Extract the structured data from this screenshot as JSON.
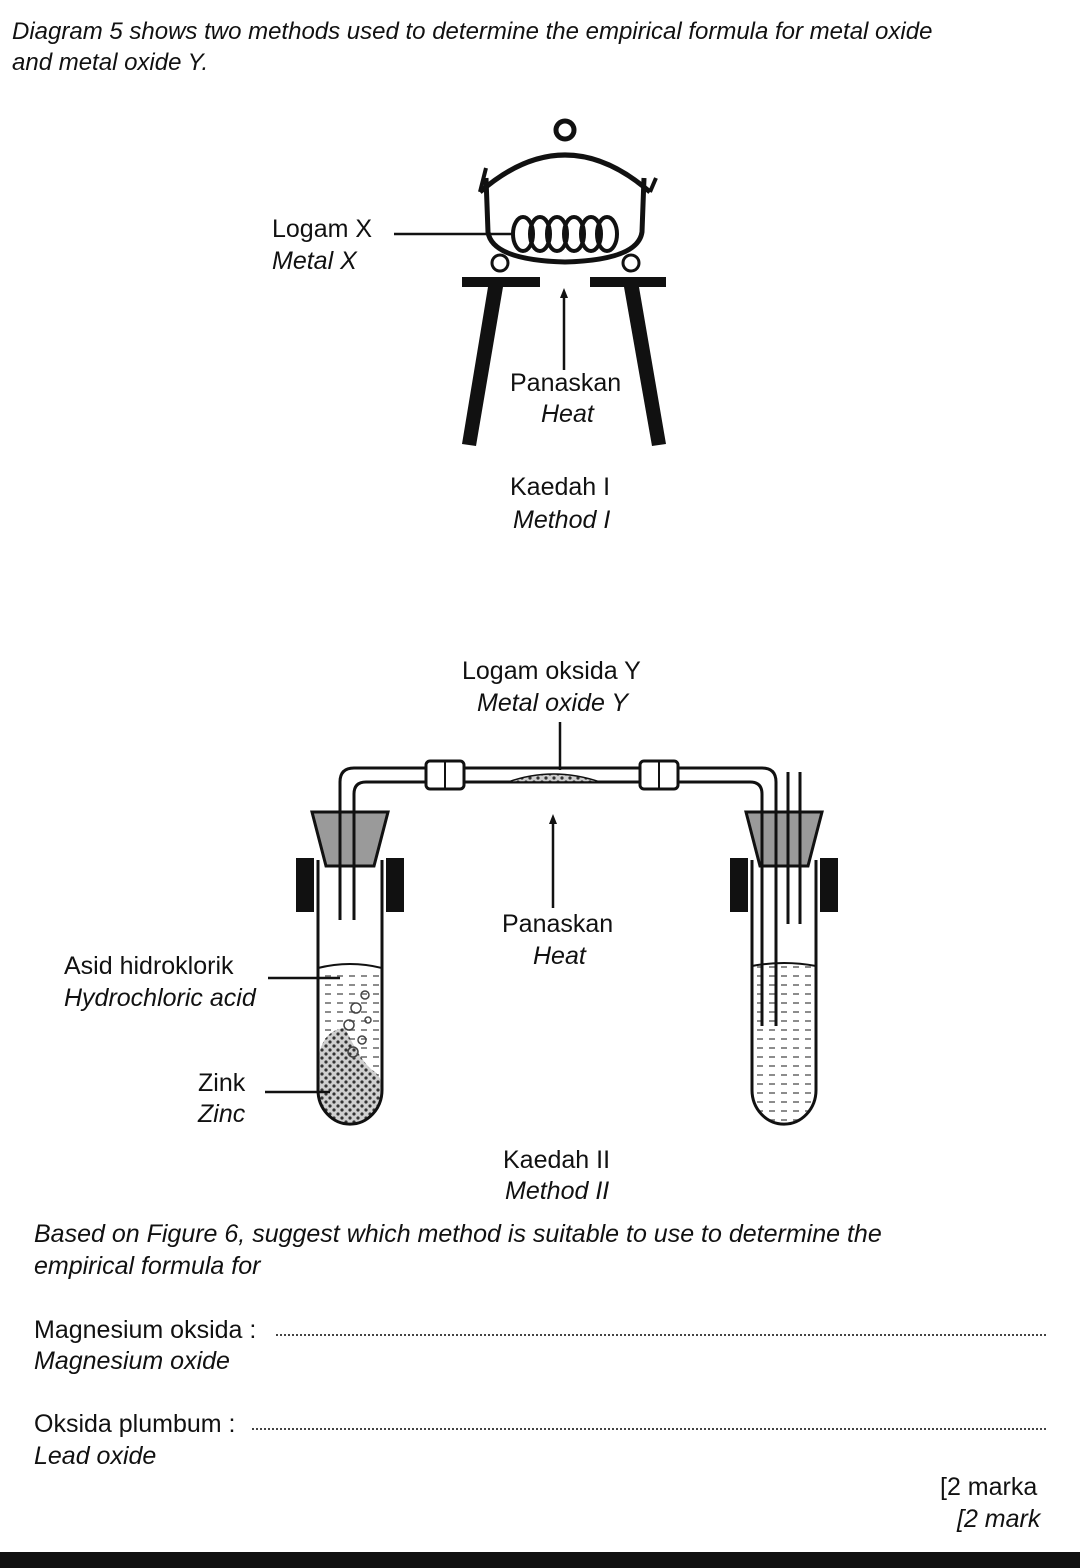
{
  "intro": {
    "line1": "Diagram 5 shows two methods used to determine the empirical formula for metal oxide",
    "line2": "and metal oxide Y."
  },
  "method1": {
    "metal_ms": "Logam X",
    "metal_en": "Metal X",
    "heat_ms": "Panaskan",
    "heat_en": "Heat",
    "caption_ms": "Kaedah I",
    "caption_en": "Method I"
  },
  "method2": {
    "oxide_ms": "Logam oksida Y",
    "oxide_en": "Metal oxide Y",
    "heat_ms": "Panaskan",
    "heat_en": "Heat",
    "acid_ms": "Asid hidroklorik",
    "acid_en": "Hydrochloric acid",
    "zinc_ms": "Zink",
    "zinc_en": "Zinc",
    "caption_ms": "Kaedah II",
    "caption_en": "Method II"
  },
  "question": {
    "line1": "Based on Figure 6, suggest which method is suitable to use to determine the",
    "line2": "empirical formula for",
    "q1_ms": "Magnesium oksida :",
    "q1_en": "Magnesium oxide",
    "q2_ms": "Oksida plumbum :",
    "q2_en": "Lead oxide",
    "marks_ms": "[2 marka",
    "marks_en": "[2 mark"
  }
}
